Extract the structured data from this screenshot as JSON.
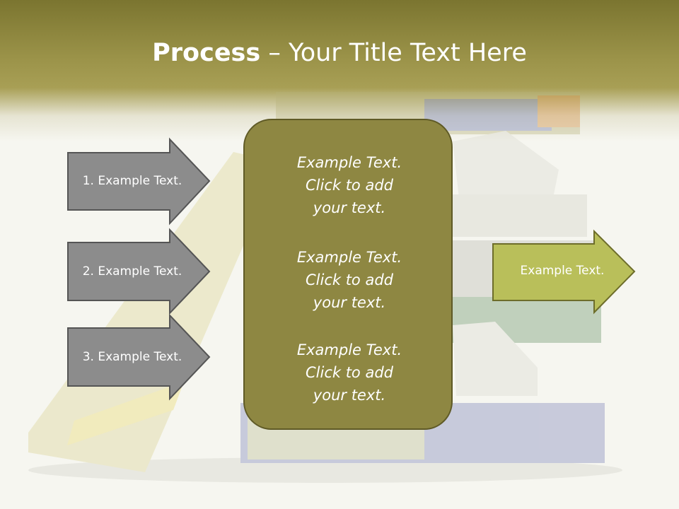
{
  "title": {
    "bold": "Process",
    "rest": " – Your Title Text Here"
  },
  "inputs": [
    {
      "label": "1. Example Text."
    },
    {
      "label": "2. Example Text."
    },
    {
      "label": "3. Example Text."
    }
  ],
  "center": [
    {
      "line1": "Example Text.",
      "line2": "Click  to add",
      "line3": "your text."
    },
    {
      "line1": "Example Text.",
      "line2": "Click  to add",
      "line3": "your text."
    },
    {
      "line1": "Example Text.",
      "line2": "Click  to add",
      "line3": "your text."
    }
  ],
  "output": {
    "label": "Example Text."
  },
  "colors": {
    "header": "#8e8742",
    "input_arrow": "#8c8c8c",
    "center_box": "#8e8742",
    "output_arrow": "#b9bf5a"
  }
}
